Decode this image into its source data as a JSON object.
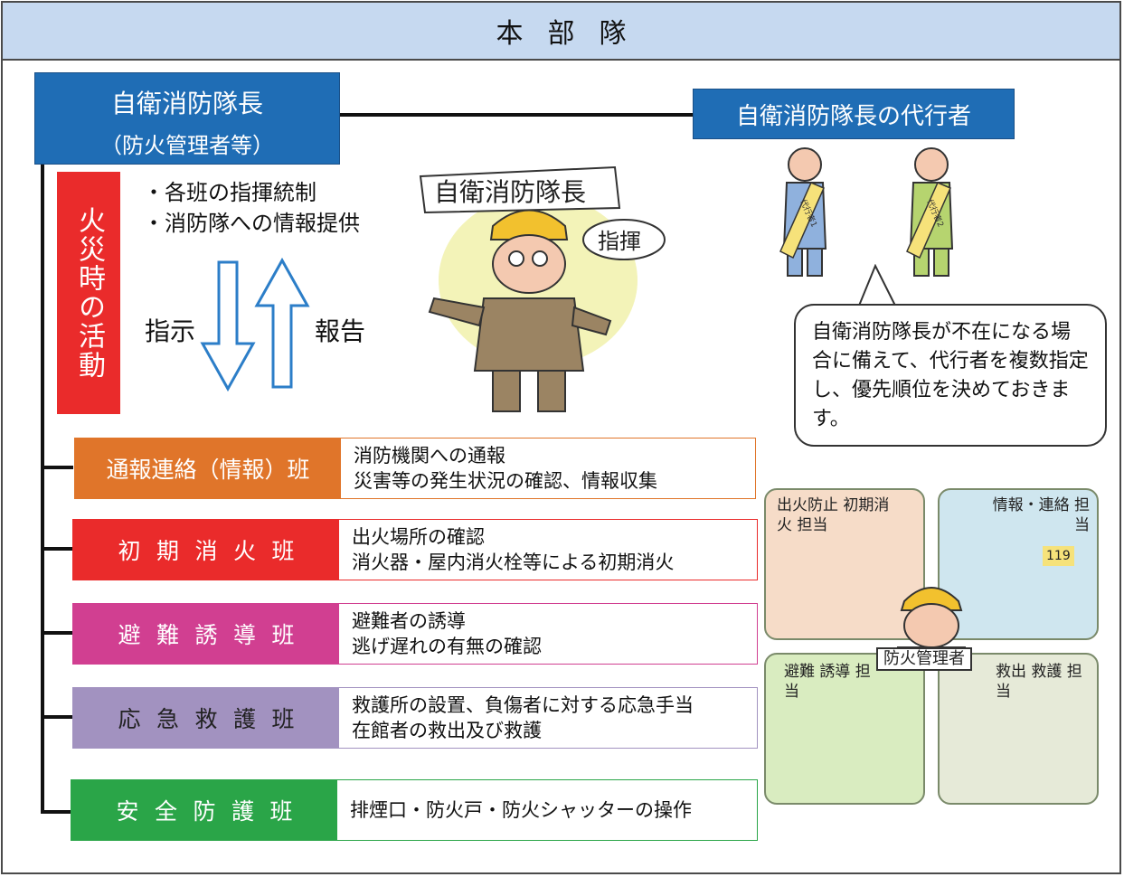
{
  "header": {
    "title": "本部隊"
  },
  "chief": {
    "title": "自衛消防隊長",
    "subtitle": "（防火管理者等）"
  },
  "deputy": {
    "title": "自衛消防隊長の代行者"
  },
  "fire_activity": {
    "label": "火災時の活動"
  },
  "activities": [
    "各班の指揮統制",
    "消防隊への情報提供"
  ],
  "arrows": {
    "down_label": "指示",
    "up_label": "報告"
  },
  "illustration_chief": {
    "sign": "自衛消防隊長",
    "speech": "指揮"
  },
  "deputy_figures": {
    "sash_1": "代行者1",
    "sash_2": "代行者2"
  },
  "callout": {
    "text": "自衛消防隊長が不在になる場合に備えて、代行者を複数指定し、優先順位を決めておきます。"
  },
  "teams": [
    {
      "name": "通報連絡（情報）班",
      "color": "#e0752a",
      "desc": [
        "消防機関への通報",
        "災害等の発生状況の確認、情報収集"
      ]
    },
    {
      "name": "初期消火班",
      "color": "#ea2b2b",
      "desc": [
        "出火場所の確認",
        "消火器・屋内消火栓等による初期消火"
      ]
    },
    {
      "name": "避難誘導班",
      "color": "#d13f91",
      "desc": [
        "避難者の誘導",
        "逃げ遅れの有無の確認"
      ]
    },
    {
      "name": "応急救護班",
      "color": "#a292c0",
      "desc": [
        "救護所の設置、負傷者に対する応急手当",
        "在館者の救出及び救護"
      ]
    },
    {
      "name": "安全防護班",
      "color": "#2aa548",
      "desc": [
        "排煙口・防火戸・防火シャッターの操作"
      ]
    }
  ],
  "illustration_teams": {
    "top_left": "出火防止 初期消火 担当",
    "top_right": "情報・連絡 担当",
    "phone_number": "119",
    "center": "防火管理者",
    "bottom_left": "避難 誘導 担当",
    "bottom_right": "救出 救護 担当"
  }
}
